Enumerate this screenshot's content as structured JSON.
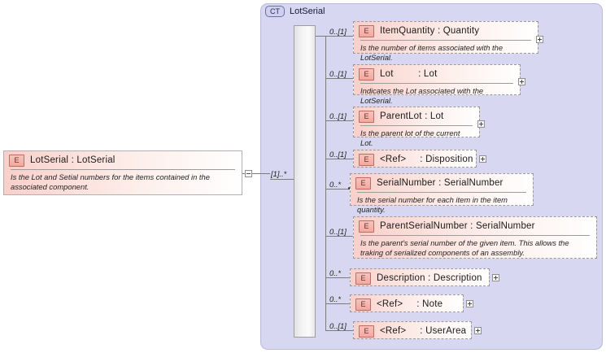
{
  "diagram": {
    "type": "xsd-schema-diagram",
    "root_element": {
      "icon": "E",
      "name": "LotSerial : LotSerial",
      "documentation": "Is the Lot and Setial numbers for the items contained in the associated component.",
      "collapse_toggle": "minus"
    },
    "complex_type": {
      "icon": "CT",
      "name": "LotSerial",
      "compositor": "sequence",
      "compositor_cardinality": "[1]..*"
    },
    "children": [
      {
        "cardinality": "0..[1]",
        "icon": "E",
        "name": "ItemQuantity : Quantity",
        "documentation": "Is the number of items associated with the LotSerial.",
        "expand": "plus"
      },
      {
        "cardinality": "0..[1]",
        "icon": "E",
        "name": "Lot         : Lot",
        "documentation": "Indicates the Lot associated with the LotSerial.",
        "expand": "plus"
      },
      {
        "cardinality": "0..[1]",
        "icon": "E",
        "name": "ParentLot : Lot",
        "documentation": "Is the parent lot of the current Lot.",
        "expand": "plus"
      },
      {
        "cardinality": "0..[1]",
        "icon": "E",
        "name": "<Ref>     : Disposition",
        "documentation": "",
        "expand": "plus"
      },
      {
        "cardinality": "0..*",
        "icon": "E",
        "name": "SerialNumber : SerialNumber",
        "documentation": "Is the serial number for each item in the item quantity.",
        "expand": ""
      },
      {
        "cardinality": "0..[1]",
        "icon": "E",
        "name": "ParentSerialNumber : SerialNumber",
        "documentation": "Is the parent's serial number of the given item. This allows the traking of serialized components of an assembly.",
        "expand": ""
      },
      {
        "cardinality": "0..*",
        "icon": "E",
        "name": "Description : Description",
        "documentation": "",
        "expand": "plus"
      },
      {
        "cardinality": "0..*",
        "icon": "E",
        "name": "<Ref>     : Note",
        "documentation": "",
        "expand": "plus"
      },
      {
        "cardinality": "0..[1]",
        "icon": "E",
        "name": "<Ref>     : UserArea",
        "documentation": "",
        "expand": "plus"
      }
    ]
  },
  "colors": {
    "element_fill": "#f9cfca",
    "container_fill": "#d7d7f2",
    "icon_border": "#c06a62",
    "line": "#7c7c7c"
  }
}
